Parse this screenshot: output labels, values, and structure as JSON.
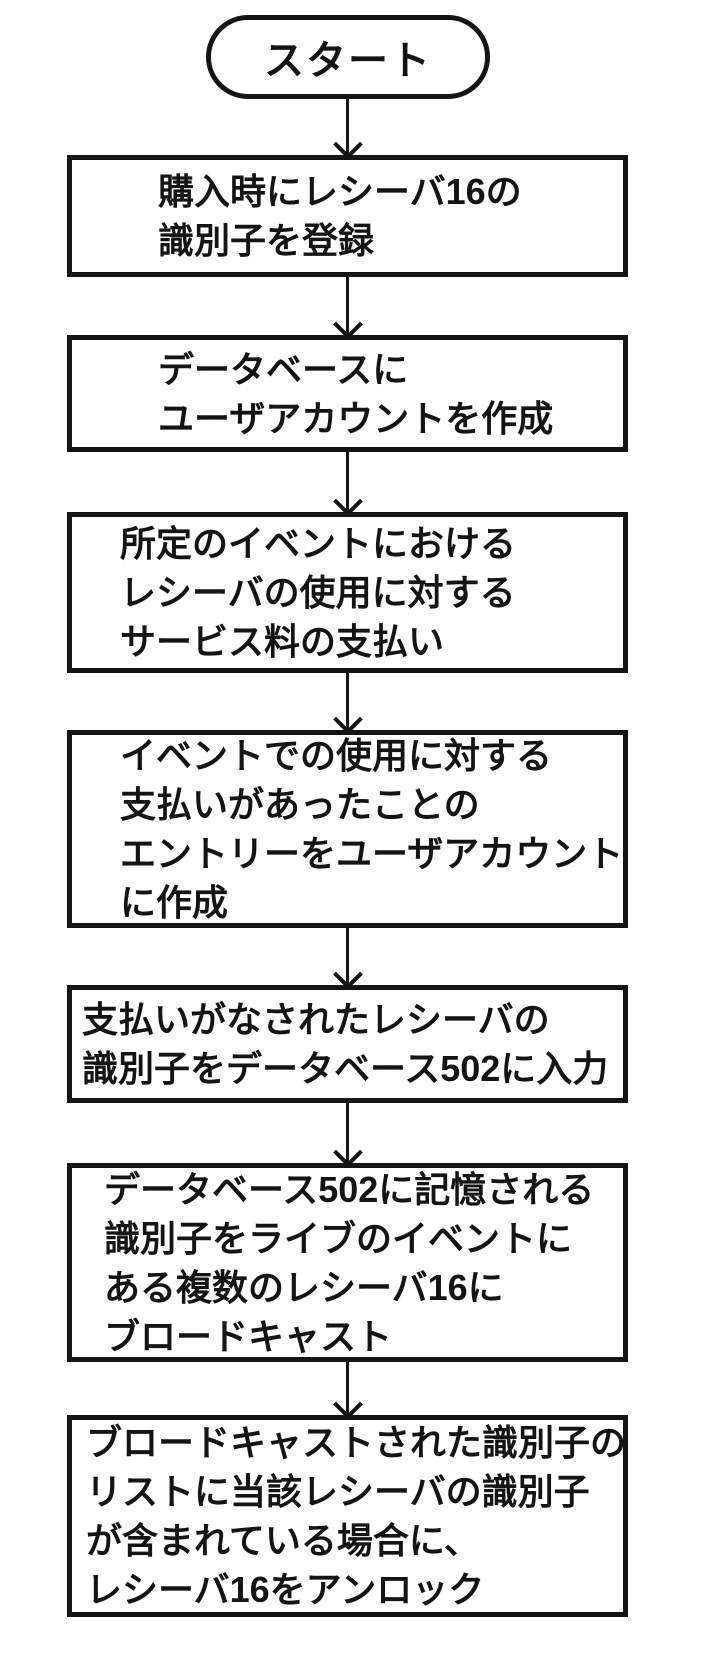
{
  "diagram": {
    "type": "flowchart",
    "colors": {
      "stroke": "#141414",
      "background": "#ffffff"
    },
    "start_label": "スタート",
    "steps": [
      {
        "text": "購入時にレシーバ16の\n識別子を登録"
      },
      {
        "text": "データベースに\nユーザアカウントを作成"
      },
      {
        "text": "所定のイベントにおける\nレシーバの使用に対する\nサービス料の支払い"
      },
      {
        "text": "イベントでの使用に対する\n支払いがあったことの\nエントリーをユーザアカウント\nに作成"
      },
      {
        "text": "支払いがなされたレシーバの\n識別子をデータベース502に入力"
      },
      {
        "text": "データベース502に記憶される\n識別子をライブのイベントに\nある複数のレシーバ16に\nブロードキャスト"
      },
      {
        "text": "ブロードキャストされた識別子の\nリストに当該レシーバの識別子\nが含まれている場合に、\nレシーバ16をアンロック"
      }
    ]
  }
}
